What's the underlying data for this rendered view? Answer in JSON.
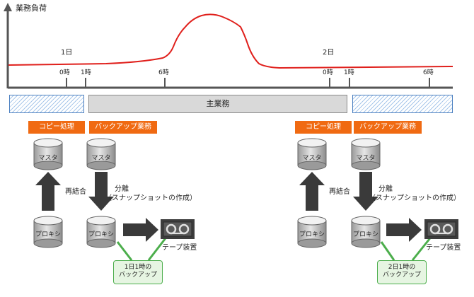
{
  "graph": {
    "y_axis_label": "業務負荷",
    "day_labels": [
      "1日",
      "2日"
    ],
    "time_ticks": [
      "0時",
      "1時",
      "6時",
      "0時",
      "1時",
      "6時"
    ]
  },
  "timeline": {
    "main_business": "主業務"
  },
  "tasks": {
    "copy_process": "コピー処理",
    "backup_business": "バックアップ業務"
  },
  "left_group": {
    "master": "マスタ",
    "proxy": "プロキシ",
    "action": "再結合"
  },
  "right_group": {
    "master": "マスタ",
    "proxy": "プロキシ",
    "action_line1": "分離",
    "action_line2": "（スナップショットの作成）",
    "tape_device": "テープ装置",
    "backup_note_line1": "1日1時の",
    "backup_note_line2": "バックアップ"
  },
  "left_group_2": {
    "master": "マスタ",
    "proxy": "プロキシ",
    "action": "再結合"
  },
  "right_group_2": {
    "master": "マスタ",
    "proxy": "プロキシ",
    "action_line1": "分離",
    "action_line2": "（スナップショットの作成）",
    "tape_device": "テープ装置",
    "backup_note_line1": "2日1時の",
    "backup_note_line2": "バックアップ"
  },
  "colors": {
    "load_curve": "#e0201c",
    "task_label": "#f06a12",
    "main_bar": "#d9d9d9",
    "hatch_bar": "#a8c7ea",
    "connector": "#4cae4c"
  }
}
